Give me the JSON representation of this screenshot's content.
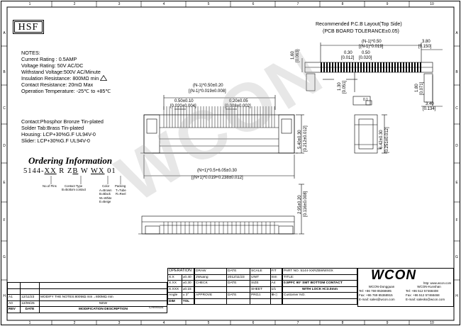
{
  "header": {
    "logo": "HSF",
    "pcb_title": "Recommended P.C.B Layout(Top Side)",
    "pcb_tolerance": "(PCB BOARD TOLERANCE±0.05)"
  },
  "zones": {
    "columns": [
      "1",
      "2",
      "3",
      "4",
      "5",
      "6",
      "7",
      "8",
      "9",
      "10"
    ],
    "rows": [
      "A",
      "B",
      "C",
      "D",
      "E",
      "F",
      "G",
      "H"
    ]
  },
  "notes": [
    "NOTES:",
    "Current Rating : 0.5AMP",
    "Voltage Rating: 50V AC/DC",
    "Withstand Voltage:500V AC/Minute",
    "Insulation Resistance: 800MΩ min",
    "Contact Resistance: 20mΩ Max",
    "Operation Temperature: -25℃ to +85℃"
  ],
  "materials": [
    "Contact:Phosphor Bronze Tin-plated",
    "Solder Tab:Brass Tin-plated",
    "Housing: LCP+30%G.F UL94V-0",
    "Slider: LCP+30%G.F UL94V-0"
  ],
  "ordering": {
    "title": "Ordering Information",
    "code_parts": [
      "5144-",
      "XX",
      "R",
      "Z",
      "B",
      "W",
      "W",
      "X",
      "01"
    ],
    "labels": {
      "pins": "No.of Pins",
      "contact_type": "Contact Type",
      "contact_value": "B=Bottom contact",
      "color": "Color",
      "color_values": [
        "A=Brown",
        "B=Black",
        "W=White",
        "E=Beige"
      ],
      "packing": "Packing",
      "packing_values": [
        "T=Tube",
        "R=Reel"
      ]
    }
  },
  "dims": {
    "pitch": "0.50±0.10",
    "pitch_inch": "[0.020±0.004]",
    "width": "0.20±0.05",
    "width_inch": "[0.008±0.002]",
    "span": "(N-1)*0.50±0.20",
    "span_inch": "[(N-1)*0.019±0.008]",
    "overall": "(N+1)*0.5+6.05±0.30",
    "overall_inch": "[(N+1)*0.019+0.238±0.012]",
    "depth": "5.40±0.30",
    "depth_inch": "[0.212±0.012]",
    "side_h": "6.42±0.30",
    "side_h_inch": "[0.251±0.012]",
    "height": "2.95±0.20",
    "height_inch": "[0.116±0.008]",
    "pcb_span": "(N-1)*0.50",
    "pcb_span_inch": "[(N-1)*0.019]",
    "p30": "0.30",
    "p30i": "[0.012]",
    "p50": "0.50",
    "p50i": "[0.020]",
    "p380": "3.80",
    "p380i": "[0.150]",
    "p160": "1.60",
    "p160i": "[0.063]",
    "p130": "1.30",
    "p130i": "[0.051]",
    "p180": "1.80",
    "p180i": "[0.071]",
    "p340": "3.40",
    "p340i": "[0.134]",
    "flat": "0.1"
  },
  "watermark": "WCON",
  "title_block": {
    "revisions": [
      {
        "rev": "A1",
        "date": "12/11/23",
        "desc": "MODIFY THE NOTES:800MΩ min→800MΩ min"
      },
      {
        "rev": "A0",
        "date": "12/06/25",
        "desc": "NEW"
      }
    ],
    "rev_head": [
      "REV",
      "DATE",
      "MODIFICATION DESCRIPTION",
      "CHANGE"
    ],
    "operation": "OPERATION",
    "tolerances": [
      [
        "X.X",
        "±0.40"
      ],
      [
        "X.XX",
        "±0.30"
      ],
      [
        "X.XXX",
        "±0.15"
      ],
      [
        "Angle",
        "± 3°"
      ],
      [
        "DIM",
        "TOL"
      ]
    ],
    "draw_label": "DRAW",
    "draw_name": "JWuang",
    "date_label": "DATE",
    "draw_date": "2012/11/23",
    "check_label": "CHECK",
    "approve_label": "APPROVE",
    "scale_label": "SCALE",
    "scale": "FIT",
    "unit_label": "UNIT",
    "unit": "mm",
    "size_label": "SIZE",
    "size": "A4",
    "sheet_label": "SHEET",
    "sheet": "1/1",
    "proj_label": "PROJ.",
    "part_no_label": "PART NO.",
    "part_no": "5144-XXRZBWWX0X",
    "title_label": "TITLE:",
    "title_1": "0.5PFC 90° SMT BOTTOM CONTACT",
    "title_2": "WITH LOCK H=3.0mm",
    "customer_label": "Customer NO.",
    "company": "WCON",
    "website": "http: www.wcon.com",
    "offices": [
      {
        "name": "WCON-Dongguan",
        "tel": "Tel: +86 769 85368695",
        "fax": "Fax: +86 769 85368915",
        "email": "E-mail: sales@wcon.com"
      },
      {
        "name": "WCON-Kunshan",
        "tel": "Tel: +86 512 57468408",
        "fax": "Fax: +86 512 57468468",
        "email": "E-mail: salesks@wcon.com"
      }
    ]
  }
}
